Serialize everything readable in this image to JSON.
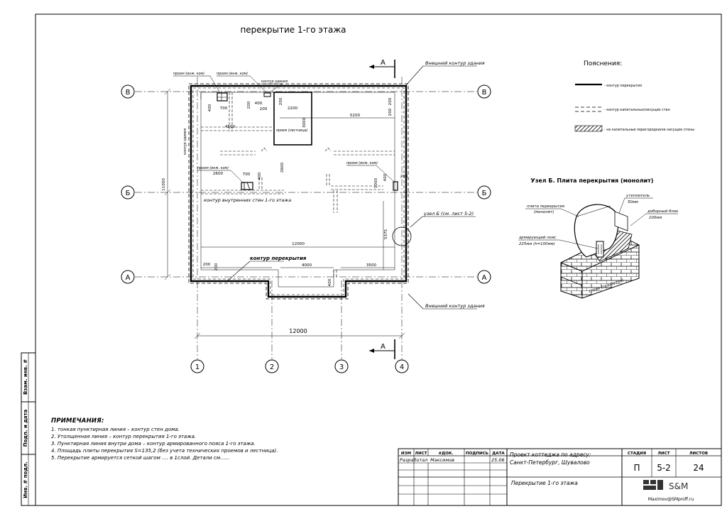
{
  "drawing": {
    "title": "перекрытие 1-го этажа",
    "section_mark": "А",
    "axes_rows": [
      "В",
      "Б",
      "А"
    ],
    "axes_cols": [
      "1",
      "2",
      "3",
      "4"
    ],
    "labels": {
      "outer_contour_top": "Внешний контур здания",
      "outer_contour_bottom": "Внешний контур здания",
      "inner_walls": "контур внутренних стен 1-го этажа",
      "slab_contour": "контур перекрытия",
      "building_contour_left": "контур здания",
      "building_contour_top": "контур здания",
      "node_b": "узел Б (см. лист 5-2)",
      "opening_tech_1": "проем (инж. ком)",
      "opening_tech_2": "проем (инж. ком)",
      "opening_tech_3": "проем (инж. ком)",
      "opening_tech_4": "проем (инж. ком)",
      "opening_stair": "проем (лестница)"
    },
    "dims": {
      "d400a": "400",
      "d700a": "700",
      "d200a": "200",
      "d400b": "400",
      "d200b": "200",
      "d200c": "200",
      "d2200": "2200",
      "d3000": "3000",
      "d5200": "5200",
      "d200d": "200",
      "d200e": "200",
      "d4500": "4500",
      "d2600a": "2600",
      "d700b": "700",
      "d400c": "400",
      "d2600b": "2600",
      "d1000": "1000",
      "d400d": "400",
      "d200f": "200",
      "d11000": "11000",
      "d12000in": "12000",
      "d5375": "5375",
      "d200g": "200",
      "d200h": "200",
      "d4000": "4000",
      "d3500": "3500",
      "d400e": "400",
      "d12000out": "12000"
    }
  },
  "legend": {
    "title": "Пояснения:",
    "items": [
      {
        "text": "- контур перекрытия"
      },
      {
        "text": "- контур капитальных/несущих стен"
      },
      {
        "text": "- не капитальные перегородки/не несущие стены"
      }
    ]
  },
  "node": {
    "title": "Узел Б. Плита перекрытия (монолит)",
    "insulation": "утеплитель",
    "insulation_size": "50мм",
    "slab1": "плита перекрытия",
    "slab2": "(монолит)",
    "block": "доборный блок",
    "block_size": "100мм",
    "belt": "армирующий пояс",
    "belt_size": "225мм (h=100мм)",
    "wall": "стена (газобетон)"
  },
  "notes": {
    "heading": "ПРИМЕЧАНИЯ:",
    "items": [
      "1. тонкая пунктирная линия – контур стен дома.",
      "2. Утолщенная линия – контур перекрытия 1-го этажа.",
      "3. Пунктирная линия внутри дома – контур армированного пояса 1-го этажа.",
      "4. Площадь плиты перекрытия S=135,2 (без учета технических проемов и лестница).",
      "5. Перекрытие армируется сеткой шагом .... в 1слой. Детали см......"
    ]
  },
  "stamp": {
    "left": [
      "Взам. инв. #",
      "Подп. и дата",
      "Инв. # подл."
    ],
    "headers": [
      "ИЗМ",
      "ЛИСТ",
      "#ДОК.",
      "ПОДПИСЬ",
      "ДАТА"
    ],
    "role": "Разработал",
    "name": "Максимов",
    "date": "25.06",
    "project1": "Проект коттеджа по адресу:",
    "project2": "Санкт-Петербург, Шувалово",
    "sheet_title": "Перекрытие 1-го этажа",
    "stage_h": "СТАДИЯ",
    "sheet_h": "ЛИСТ",
    "sheets_h": "ЛИСТОВ",
    "stage": "П",
    "sheet": "5-2",
    "sheets": "24",
    "logo": "S&M",
    "email": "Maximov@SMproff.ru"
  }
}
